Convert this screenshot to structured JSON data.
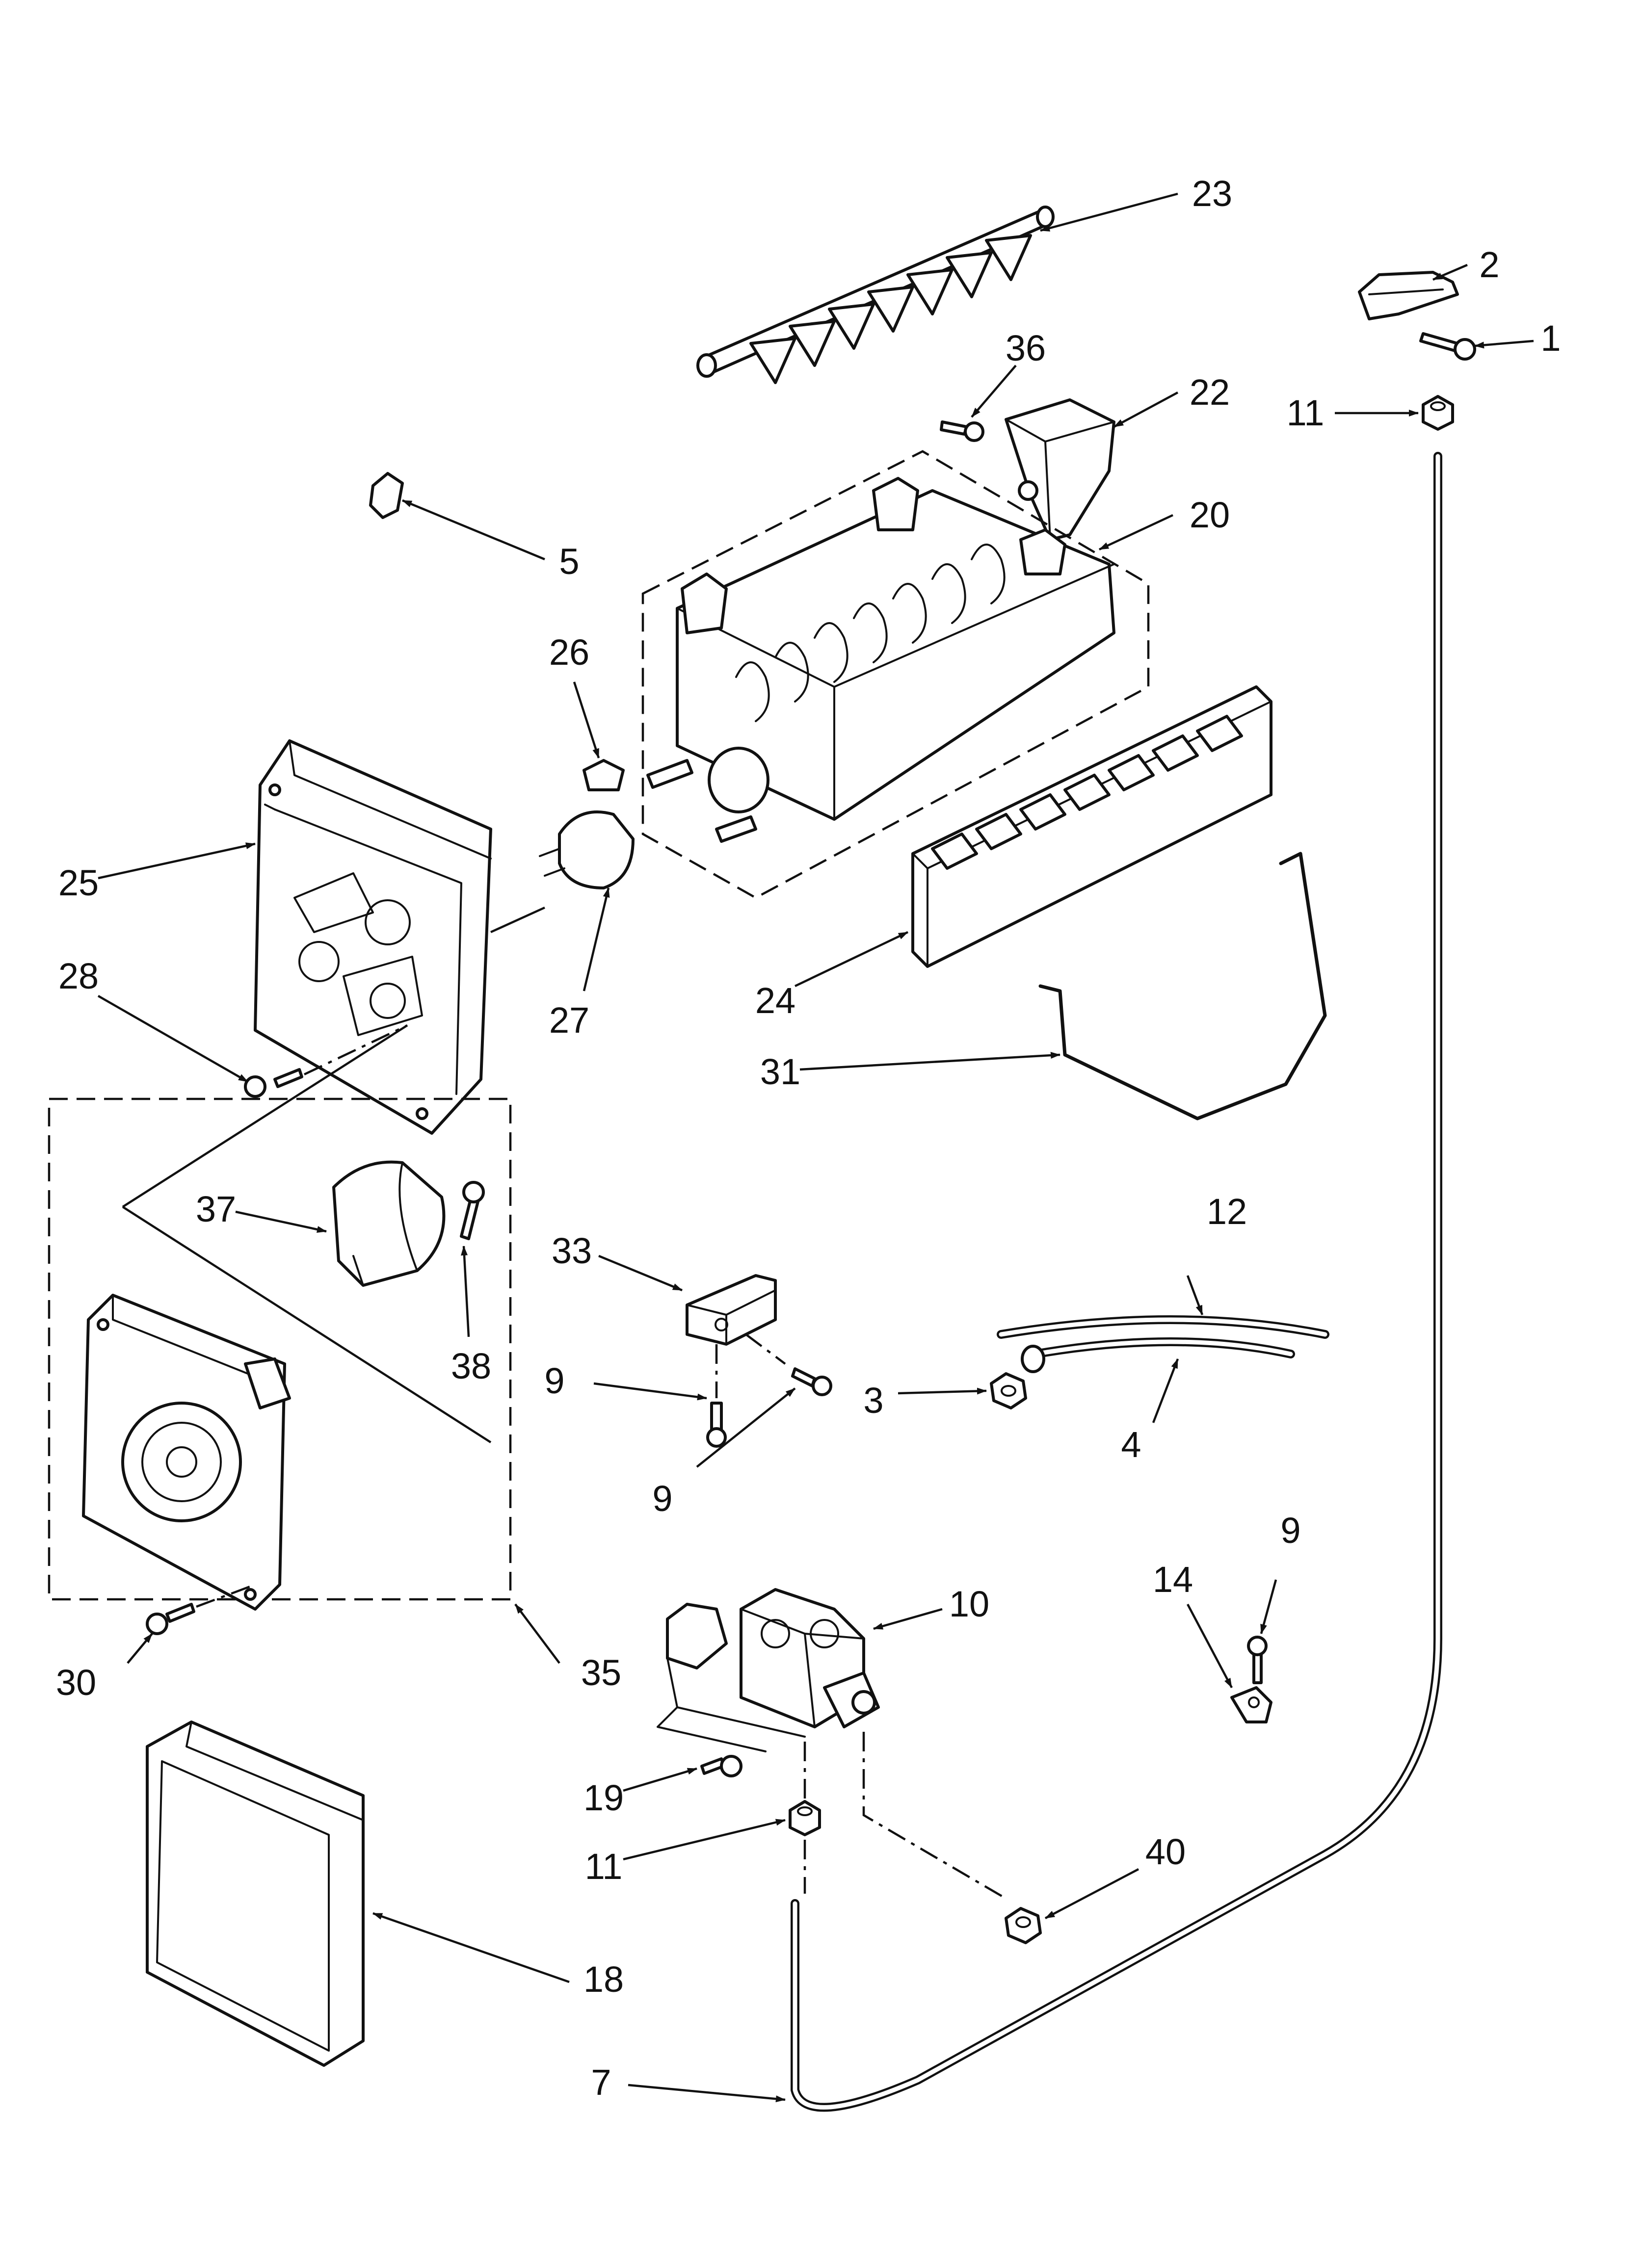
{
  "callouts": {
    "c1": "1",
    "c2": "2",
    "c3": "3",
    "c4": "4",
    "c5": "5",
    "c7": "7",
    "c9a": "9",
    "c9b": "9",
    "c9c": "9",
    "c10": "10",
    "c11a": "11",
    "c11b": "11",
    "c12": "12",
    "c14": "14",
    "c18": "18",
    "c19": "19",
    "c20": "20",
    "c22": "22",
    "c23": "23",
    "c24": "24",
    "c25": "25",
    "c26": "26",
    "c27": "27",
    "c28": "28",
    "c30": "30",
    "c31": "31",
    "c33": "33",
    "c35": "35",
    "c36": "36",
    "c37": "37",
    "c38": "38",
    "c40": "40"
  },
  "colors": {
    "ink": "#111111",
    "paper": "#ffffff"
  }
}
